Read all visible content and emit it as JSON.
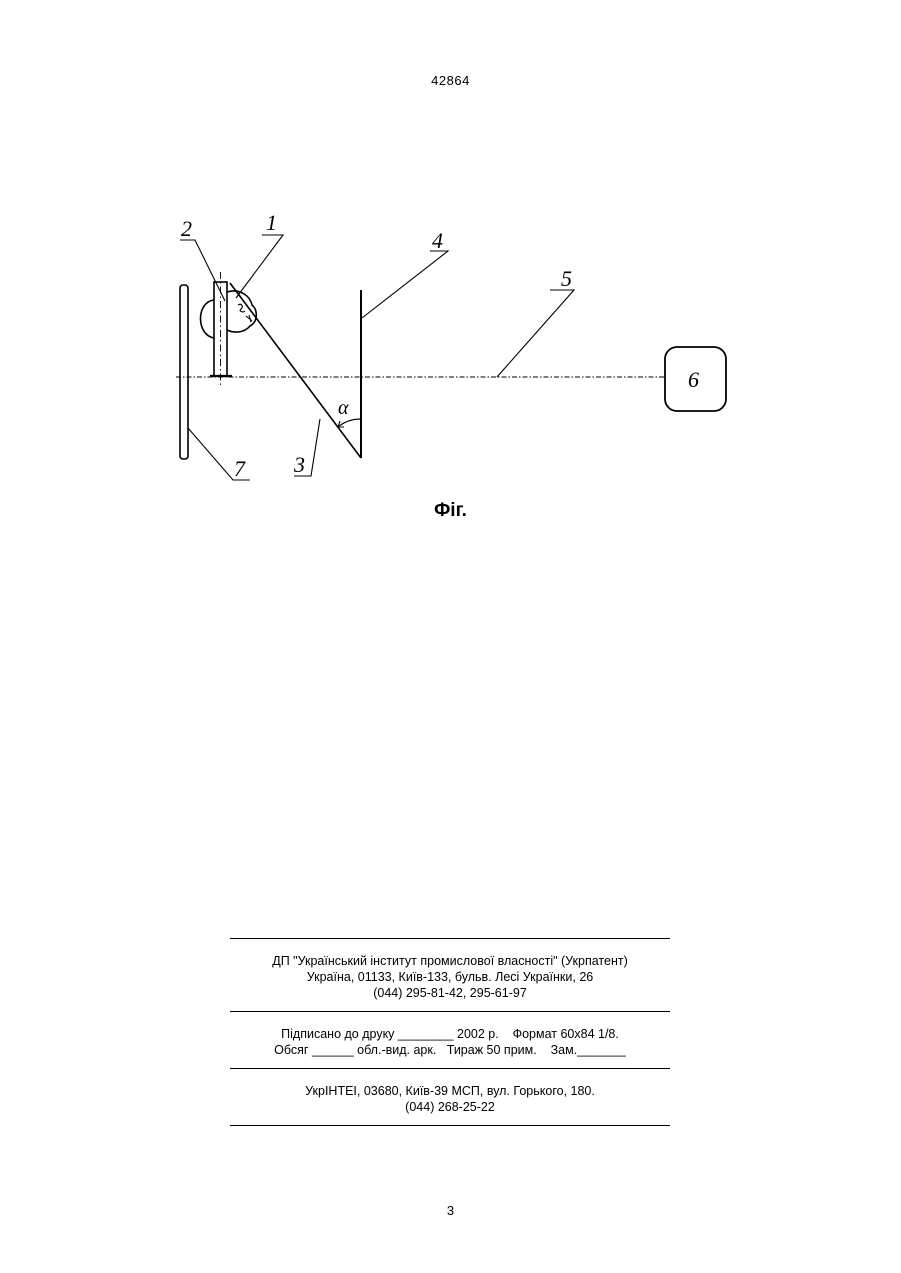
{
  "header": {
    "patent_number": "42864"
  },
  "figure": {
    "labels": {
      "l1": "1",
      "l2": "2",
      "l3": "3",
      "l4": "4",
      "l5": "5",
      "l6": "6",
      "l7": "7",
      "alpha": "α"
    },
    "caption": "Фіг."
  },
  "imprint": {
    "publisher": [
      "ДП \"Український інститут промислової власності\" (Укрпатент)",
      "Україна, 01133, Київ-133, бульв. Лесі Українки, 26",
      "(044) 295-81-42, 295-61-97"
    ],
    "print_info": [
      "Підписано до друку ________ 2002 р.    Формат 60х84 1/8.",
      "Обсяг ______ обл.-вид. арк.   Тираж 50 прим.    Зам._______"
    ],
    "printer": [
      "УкрІНТЕІ, 03680, Київ-39 МСП, вул. Горького, 180.",
      "(044) 268-25-22"
    ]
  },
  "footer": {
    "page_number": "3"
  }
}
